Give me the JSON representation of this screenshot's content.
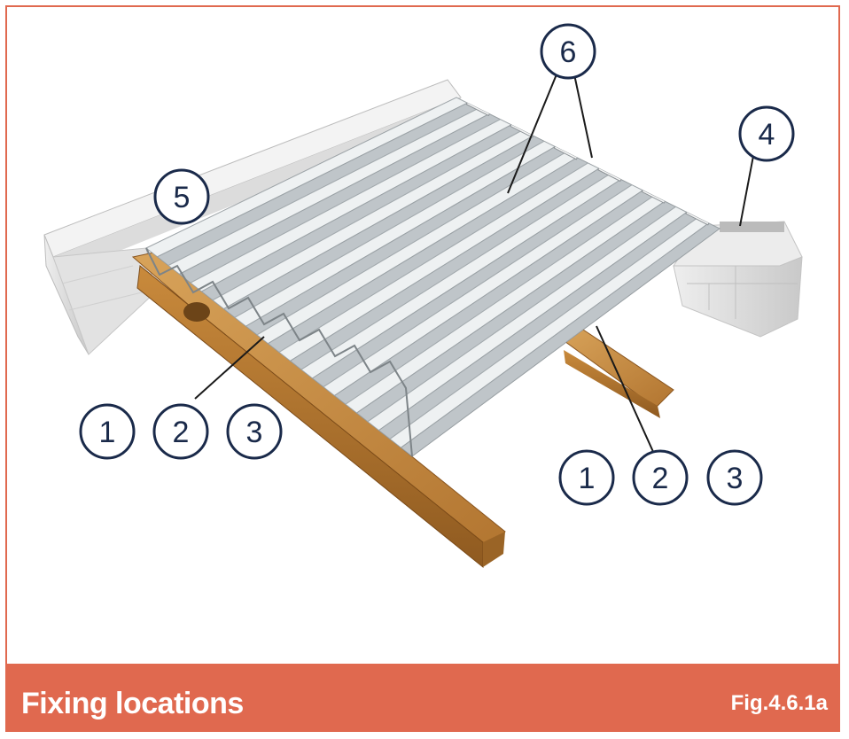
{
  "caption": {
    "title": "Fixing locations",
    "figure_number": "Fig.4.6.1a"
  },
  "callouts": {
    "n1_left": "1",
    "n2_left": "2",
    "n3_left": "3",
    "n1_right": "1",
    "n2_right": "2",
    "n3_right": "3",
    "n4": "4",
    "n5": "5",
    "n6": "6"
  },
  "colors": {
    "accent": "#e0694f",
    "callout_ring": "#1a2a4a",
    "steel_beam": "#b8782e",
    "deck_metal": "#d9dde0",
    "masonry": "#e6e6e6"
  }
}
